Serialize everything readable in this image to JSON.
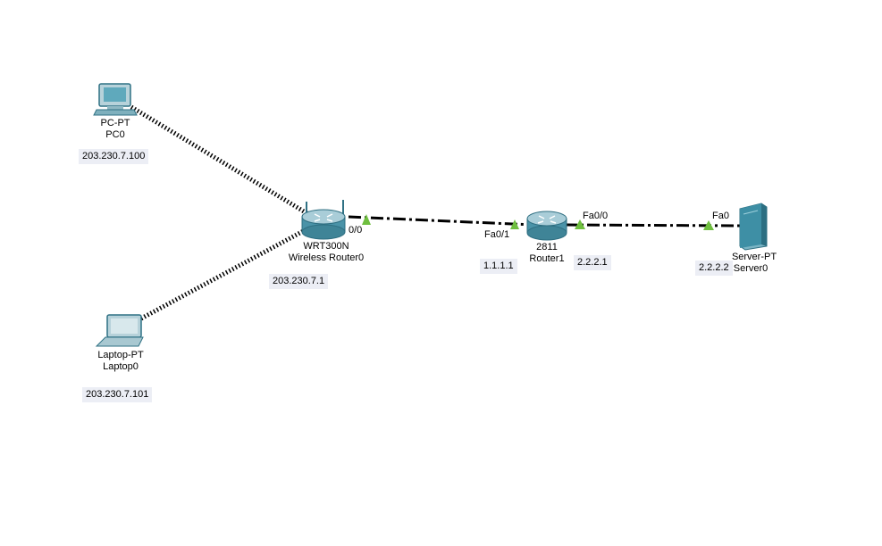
{
  "devices": {
    "pc": {
      "model": "PC-PT",
      "name": "PC0",
      "ip": "203.230.7.100"
    },
    "laptop": {
      "model": "Laptop-PT",
      "name": "Laptop0",
      "ip": "203.230.7.101"
    },
    "wireless_router": {
      "model": "WRT300N",
      "name": "Wireless Router0",
      "ip": "203.230.7.1",
      "port": "0/0"
    },
    "router": {
      "model": "2811",
      "name": "Router1",
      "ip_left": "1.1.1.1",
      "ip_right": "2.2.2.1",
      "port_left": "Fa0/1",
      "port_right": "Fa0/0"
    },
    "server": {
      "model": "Server-PT",
      "name": "Server0",
      "ip": "2.2.2.2",
      "port": "Fa0"
    }
  },
  "colors": {
    "link_up": "#6fbf3f",
    "cable": "#000000",
    "device_blue": "#3d8ea3"
  }
}
